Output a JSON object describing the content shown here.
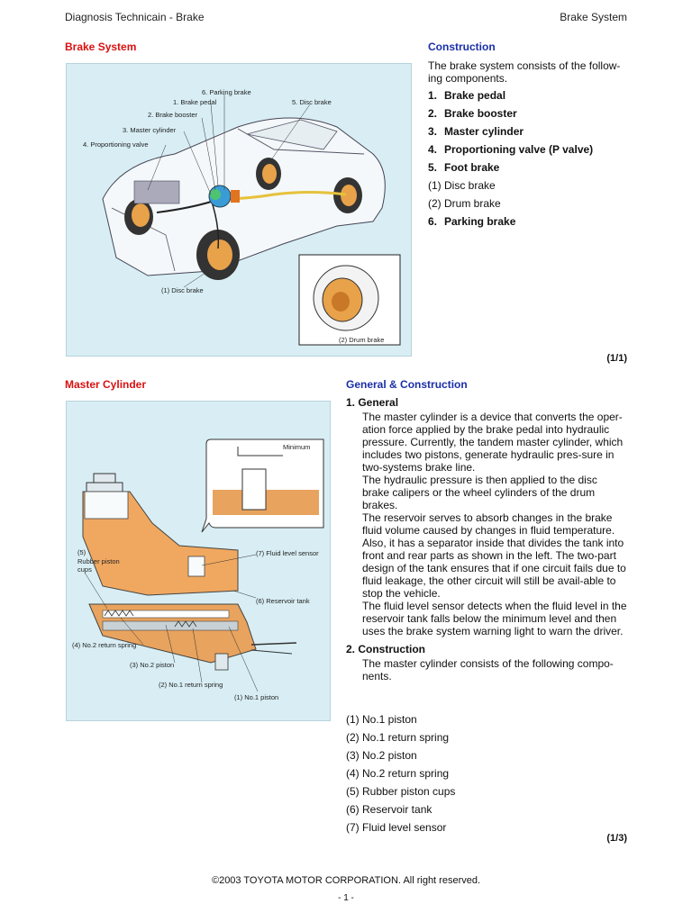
{
  "header": {
    "left": "Diagnosis Technicain - Brake",
    "right": "Brake System"
  },
  "section1": {
    "title": "Brake System",
    "figure_labels": {
      "parking": "6. Parking brake",
      "pedal": "1. Brake pedal",
      "disc": "5. Disc brake",
      "booster": "2. Brake booster",
      "master": "3. Master cylinder",
      "pvalve": "4. Proportioning valve",
      "disc1": "(1) Disc brake",
      "drum2": "(2) Drum brake"
    },
    "heading": "Construction",
    "intro": "The brake system consists of the follow-ing components.",
    "items": [
      {
        "num": "1.",
        "text": "Brake pedal",
        "bold": true
      },
      {
        "num": "2.",
        "text": "Brake booster",
        "bold": true
      },
      {
        "num": "3.",
        "text": "Master cylinder",
        "bold": true
      },
      {
        "num": "4.",
        "text": "Proportioning valve (P valve)",
        "bold": true
      },
      {
        "num": "5.",
        "text": "Foot brake",
        "bold": true
      },
      {
        "num": "",
        "text": "(1) Disc brake",
        "bold": false
      },
      {
        "num": "",
        "text": "(2) Drum brake",
        "bold": false
      },
      {
        "num": "6.",
        "text": "Parking brake",
        "bold": true
      }
    ],
    "page_ref": "(1/1)"
  },
  "section2": {
    "title": "Master Cylinder",
    "figure_labels": {
      "minimum": "Minimum",
      "cups_num": "(5)",
      "cups_line1": "Rubber piston",
      "cups_line2": "cups",
      "sensor": "(7) Fluid level sensor",
      "reservoir": "(6) Reservoir tank",
      "spring2": "(4) No.2 return spring",
      "piston2": "(3) No.2 piston",
      "spring1": "(2) No.1 return spring",
      "piston1": "(1) No.1 piston"
    },
    "heading": "General & Construction",
    "general_title": "1.  General",
    "general_p1": "The master cylinder is a device that converts the oper-ation force applied by the brake pedal into hydraulic pressure. Currently, the tandem master cylinder, which includes two pistons, generate hydraulic pres-sure in two-systems brake line.",
    "general_p2": "The hydraulic pressure is then applied to the disc brake calipers or the wheel cylinders of the drum brakes.",
    "general_p3": "The reservoir serves to absorb changes in the brake fluid volume caused by changes in fluid temperature. Also, it has a separator inside that divides the tank into front and rear parts as shown in the left. The two-part design of the tank ensures that if one circuit fails due to fluid leakage, the other circuit will still be avail-able to stop the vehicle.",
    "general_p4": "The fluid level sensor detects when the fluid level in the reservoir tank falls below the minimum level and then uses the brake system warning light to warn the driver.",
    "construction_title": "2.  Construction",
    "construction_p": "The master cylinder consists of the following compo-nents.",
    "components": [
      "(1) No.1 piston",
      "(2) No.1 return spring",
      "(3) No.2 piston",
      "(4) No.2 return spring",
      "(5) Rubber piston cups",
      "(6) Reservoir tank",
      "(7) Fluid level sensor"
    ],
    "page_ref": "(1/3)"
  },
  "footer": {
    "copyright": "©2003 TOYOTA MOTOR CORPORATION. All right reserved.",
    "page": "- 1 -"
  }
}
